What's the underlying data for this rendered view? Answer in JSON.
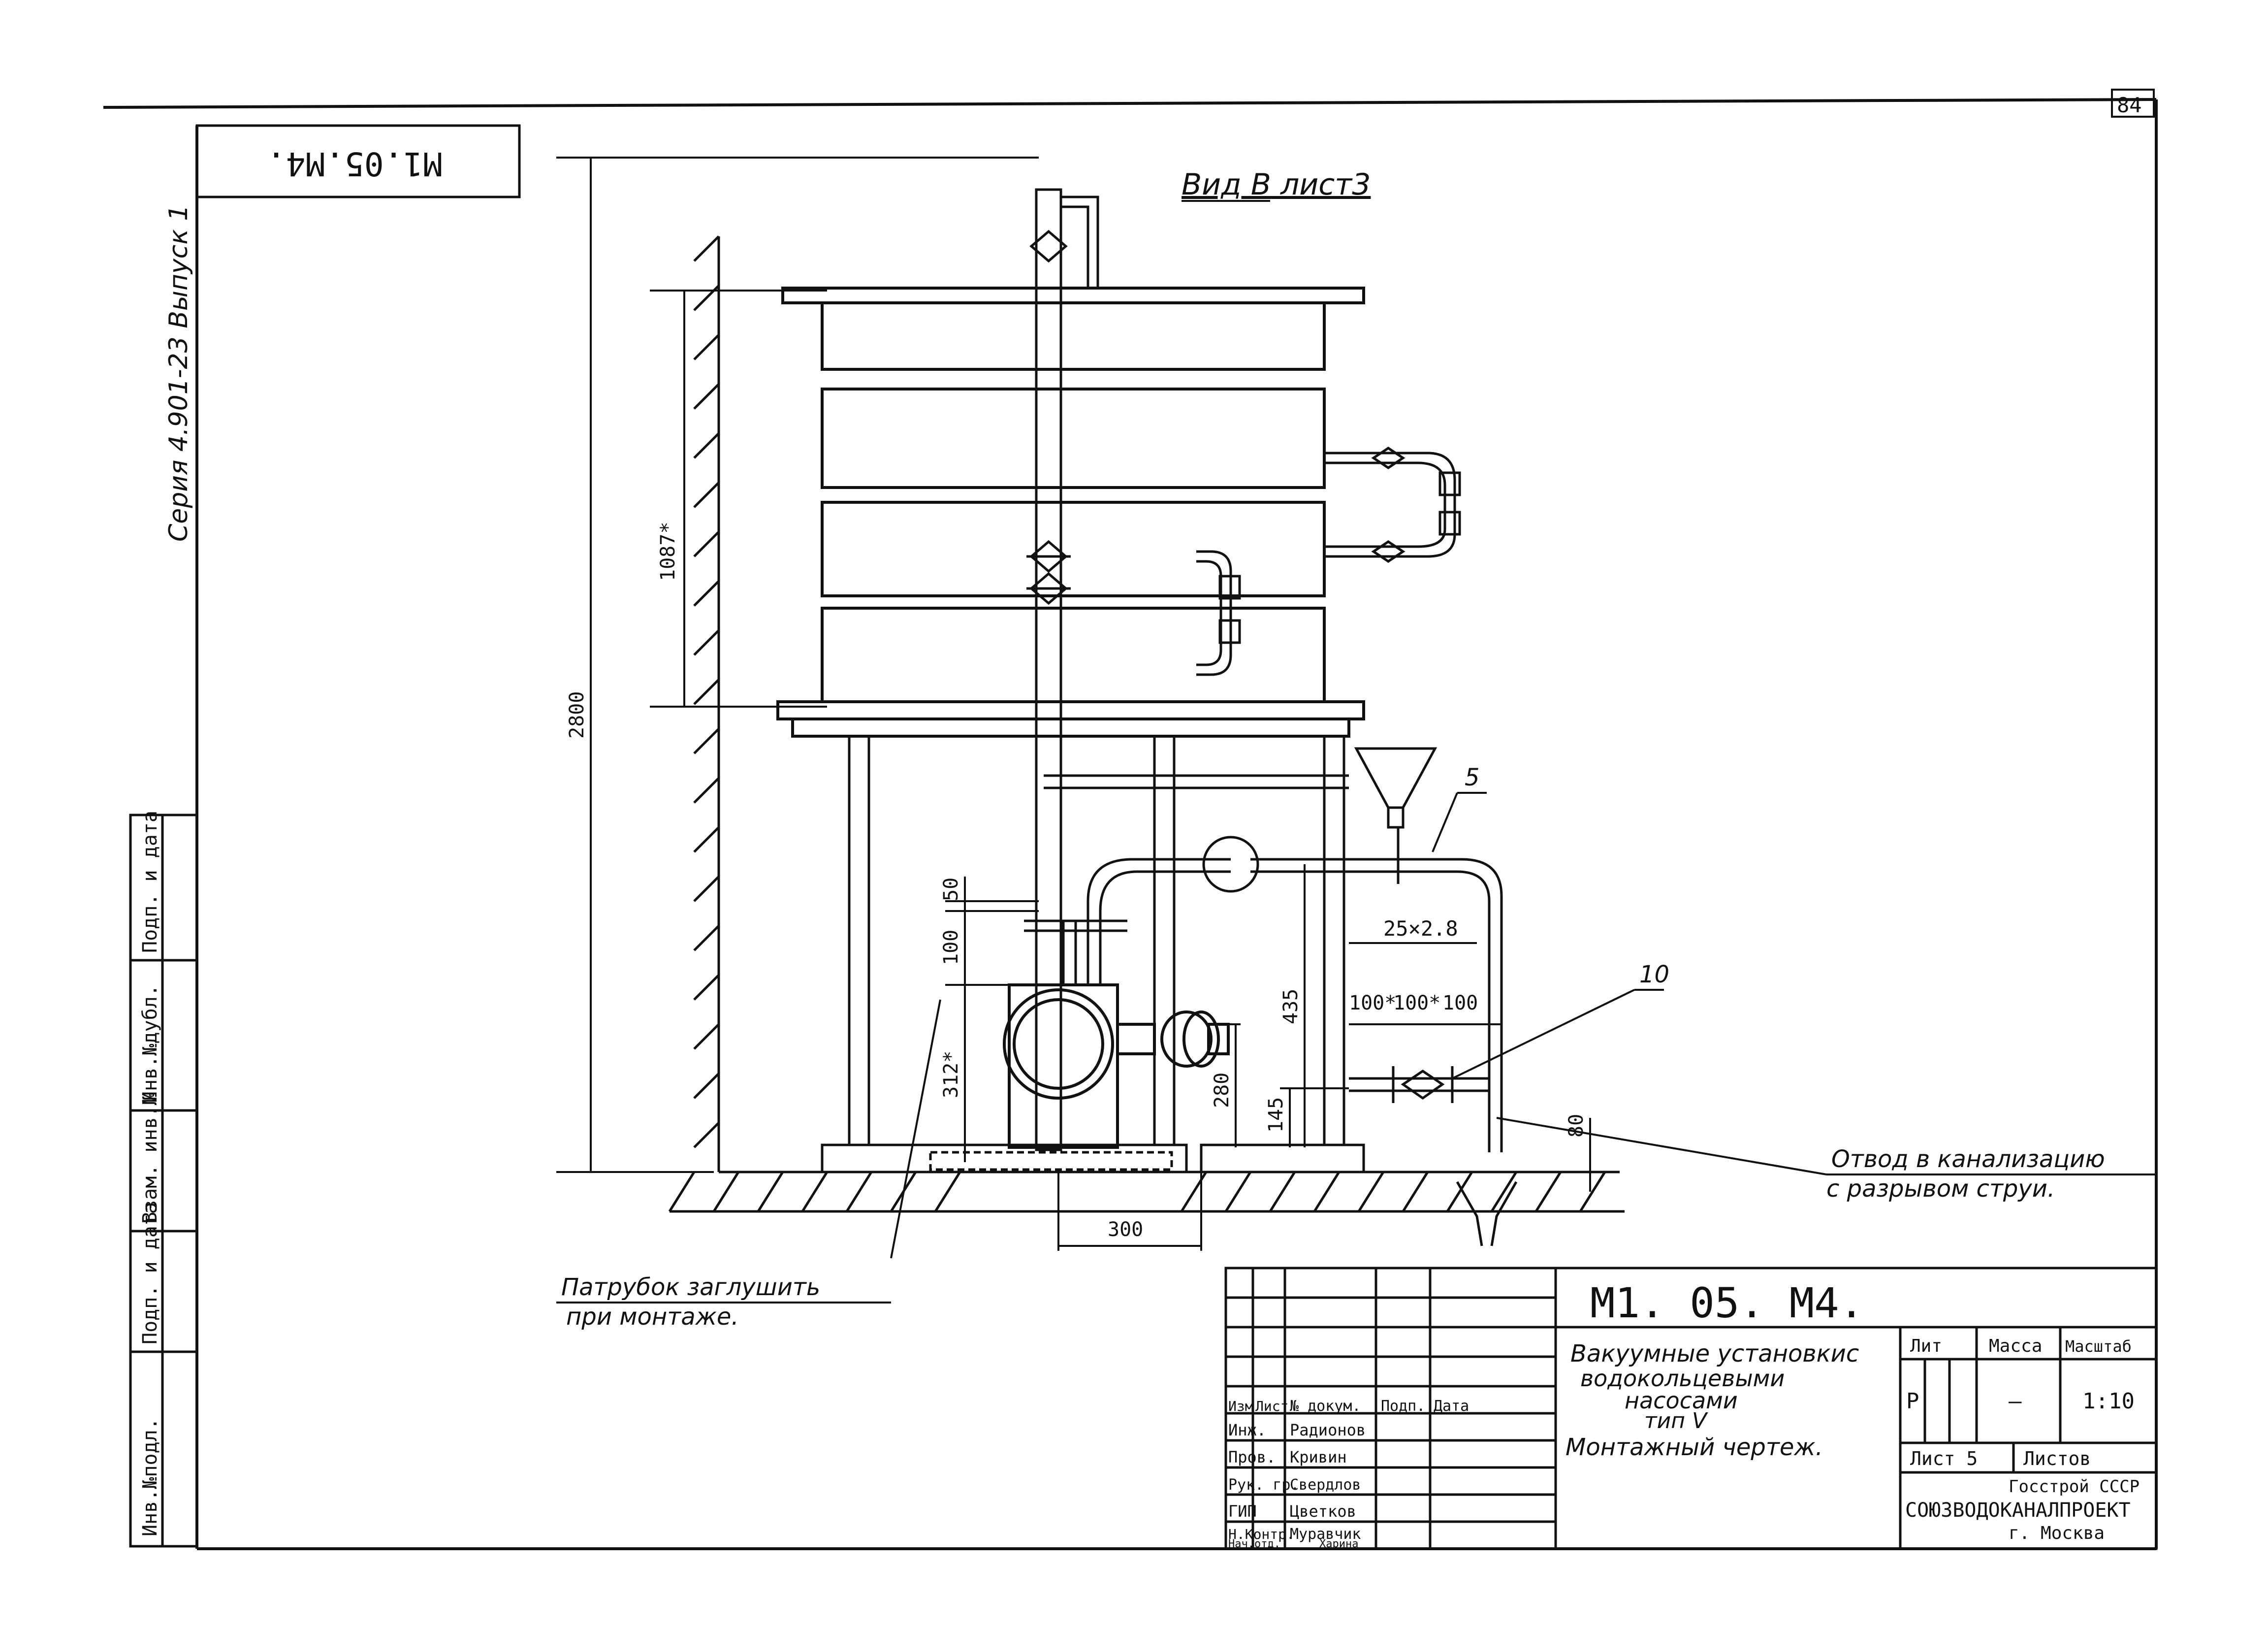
{
  "drawing": {
    "code": "M1.05.M4.",
    "code_rotated": "M1.05.M4.",
    "series": "Серия 4.901-23 Выпуск 1",
    "sheet_corner": "84",
    "view_label": "Вид В лист3"
  },
  "dimensions": {
    "height_total": "2800",
    "height_tank": "1087*",
    "d50": "50",
    "d100": "100",
    "d312": "312*",
    "d280": "280",
    "d145": "145",
    "d435": "435",
    "d100a": "100*",
    "d100b": "100*",
    "d100c": "100",
    "pipe_size": "25×2.8",
    "d80": "80",
    "d300": "300"
  },
  "callouts": {
    "item5": "5",
    "item10": "10",
    "drain_line1": "Отвод в канализацию",
    "drain_line2": "с разрывом струи.",
    "plug_line1": "Патрубок заглушить",
    "plug_line2": "при монтаже."
  },
  "left_strip": {
    "col1": "Инв.№подл.",
    "col2": "Подп. и дата",
    "col3": "Взам. инв.№",
    "col4": "Инв.№дубл.",
    "col5": "Подп. и дата"
  },
  "title_block": {
    "code": "M1. 05. M4.",
    "title_line1": "Вакуумные установкис",
    "title_line2": "водокольцевыми",
    "title_line3": "насосами",
    "title_line4": "тип V",
    "subtitle": "Монтажный   чертеж.",
    "col_izm": "Изм",
    "col_list": "Лист",
    "col_doc": "№ докум.",
    "col_sign": "Подп.",
    "col_date": "Дата",
    "roles": [
      {
        "role": "Инж.",
        "name": "Радионов"
      },
      {
        "role": "Пров.",
        "name": "Кривин"
      },
      {
        "role": "Рук. гр.",
        "name": "Свердлов"
      },
      {
        "role": "ГИП",
        "name": "Цветков"
      },
      {
        "role": "Н.Контр.",
        "name": "Муравчик"
      },
      {
        "role": "Нач.отд.",
        "name": "Харина"
      }
    ],
    "lit_label": "Лит",
    "mass_label": "Масса",
    "scale_label": "Масштаб",
    "lit_value": "Р",
    "mass_value": "—",
    "scale_value": "1:10",
    "sheet_label": "Лист 5",
    "sheets_label": "Листов",
    "org_line1": "Госстрой СССР",
    "org_line2": "СОЮЗВОДОКАНАЛПРОЕКТ",
    "org_line3": "г. Москва"
  }
}
